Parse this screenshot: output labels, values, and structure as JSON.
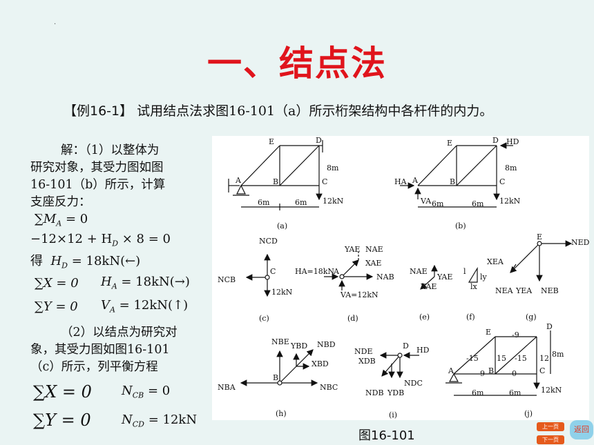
{
  "slide": {
    "dot": "·",
    "title": "一、结点法",
    "example_tag": "【例16-1】",
    "example_text": "试用结点法求图16-101（a）所示桁架结构中各杆件的内力。",
    "solution_lines": [
      "解：（1）以整体为",
      "研究对象，其受力图如图",
      "16-101（b）所示，计算",
      "支座反力："
    ],
    "eq1": "∑M",
    "eq1_sub": "A",
    "eq1_rhs": " = 0",
    "eq2": "−12×12 + H",
    "eq2_sub": "D",
    "eq2_rhs": " × 8 = 0",
    "eq3_prefix": "得",
    "eq3_lhs": "H",
    "eq3_sub": "D",
    "eq3_rhs": " = 18kN(←)",
    "eq4_l": "∑X = 0",
    "eq4_r": "H",
    "eq4_rsub": "A",
    "eq4_rrhs": " = 18kN(→)",
    "eq5_l": "∑Y = 0",
    "eq5_r": "V",
    "eq5_rsub": "A",
    "eq5_rrhs": " = 12kN(↑)",
    "step2_lines": [
      "（2）以结点为研究对",
      "象，其受力图如图16-101",
      "（c）所示，列平衡方程"
    ],
    "eq6_l": "∑X = 0",
    "eq6_r": "N",
    "eq6_rsub": "CB",
    "eq6_rrhs": " = 0",
    "eq7_l": "∑Y = 0",
    "eq7_r": "N",
    "eq7_rsub": "CD",
    "eq7_rrhs": " = 12kN",
    "caption": "图16-101",
    "nav_prev": "上一页",
    "nav_next": "下一页",
    "nav_back": "返回"
  },
  "figure": {
    "a": {
      "E": "E",
      "D": "D",
      "A": "A",
      "B": "B",
      "C": "C",
      "dim1": "6m",
      "dim2": "6m",
      "h": "8m",
      "load": "12kN",
      "cap": "(a)"
    },
    "b": {
      "E": "E",
      "D": "D",
      "HD": "HD",
      "HA": "HA",
      "A": "A",
      "B": "B",
      "C": "C",
      "VA": "VA",
      "dim1": "6m",
      "dim2": "6m",
      "h": "8m",
      "load": "12kN",
      "cap": "(b)"
    },
    "c": {
      "NCD": "NCD",
      "NCB": "NCB",
      "C": "C",
      "load": "12kN",
      "cap": "(c)"
    },
    "d": {
      "YAE": "YAE",
      "NAE": "NAE",
      "XAE": "XAE",
      "HA": "HA=18kN",
      "A": "A",
      "NAB": "NAB",
      "VA": "VA=12kN",
      "cap": "(d)"
    },
    "e": {
      "NAE": "NAE",
      "YAE": "YAE",
      "XAE": "XAE",
      "cap": "(e)"
    },
    "f": {
      "l": "l",
      "ly": "ly",
      "lx": "lx",
      "cap": "(f)"
    },
    "g": {
      "E": "E",
      "NED": "NED",
      "XEA": "XEA",
      "NEA": "NEA",
      "YEA": "YEA",
      "NEB": "NEB",
      "cap": "(g)"
    },
    "h": {
      "NBE": "NBE",
      "YBD": "YBD",
      "NBD": "NBD",
      "XBD": "XBD",
      "B": "B",
      "NBA": "NBA",
      "NBC": "NBC",
      "cap": "(h)"
    },
    "i": {
      "NDE": "NDE",
      "XDB": "XDB",
      "D": "D",
      "HD": "HD",
      "NDB": "NDB",
      "YDB": "YDB",
      "NDC": "NDC",
      "cap": "(i)"
    },
    "j": {
      "E": "E",
      "m9": "-9",
      "D": "D",
      "m15a": "-15",
      "p15": "15",
      "m15b": "-15",
      "p12": "12",
      "A": "A",
      "p9": "9",
      "B": "B",
      "z": "0",
      "C": "C",
      "dim1": "6m",
      "dim2": "6m",
      "h": "8m",
      "load": "12kN",
      "cap": "(j)"
    }
  }
}
